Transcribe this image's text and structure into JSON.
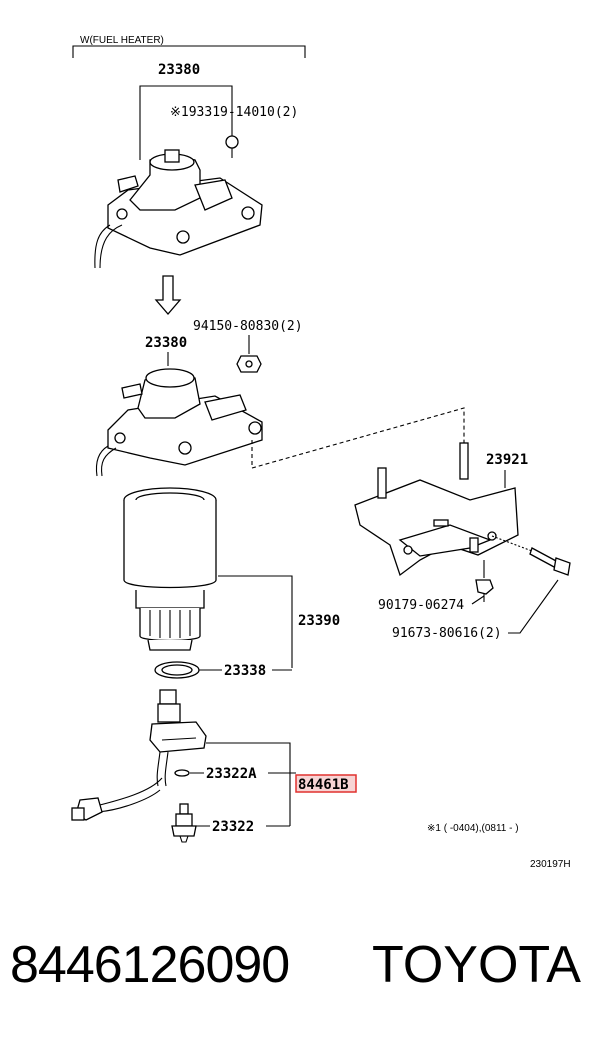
{
  "diagram": {
    "bracket_label": "W(FUEL HEATER)",
    "callouts": {
      "housing_top": "23380",
      "bolt_top": "※193319-14010(2)",
      "nut": "94150-80830(2)",
      "housing_mid": "23380",
      "bracket": "23921",
      "filter": "23390",
      "gasket": "23338",
      "clip": "90179-06274",
      "bolt_bracket": "91673-80616(2)",
      "oring": "23322A",
      "highlight": "84461B",
      "sensor": "23322"
    },
    "note": "※1 (       -0404),(0811 -       )",
    "diagram_code": "230197H"
  },
  "footer": {
    "part_number": "8446126090",
    "brand": "TOYOTA"
  },
  "colors": {
    "highlight": "#e0312f",
    "highlight_fill": "#f7d4d4"
  }
}
